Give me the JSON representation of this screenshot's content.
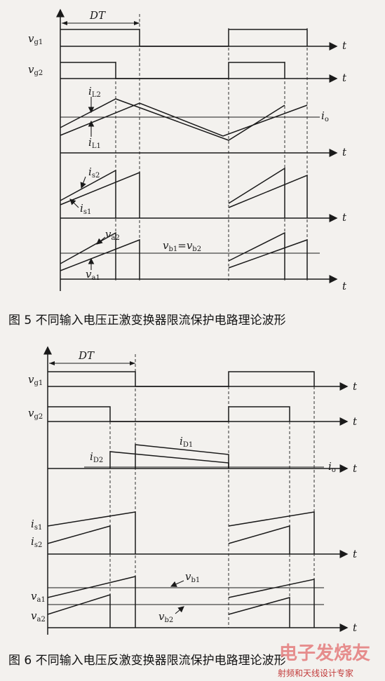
{
  "figure5": {
    "caption": "图 5    不同输入电压正激变换器限流保护电路理论波形",
    "dt_label": "DT",
    "t_label": "t",
    "labels": {
      "vg1": "v",
      "vg1_sub": "g1",
      "vg2": "v",
      "vg2_sub": "g2",
      "iL2": "i",
      "iL2_sub": "L2",
      "iL1": "i",
      "iL1_sub": "L1",
      "io": "i",
      "io_sub": "o",
      "is2": "i",
      "is2_sub": "s2",
      "is1": "i",
      "is1_sub": "s1",
      "va2": "v",
      "va2_sub": "a2",
      "va1": "v",
      "va1_sub": "a1",
      "vb": "v",
      "vb1_sub": "b1",
      "vb_eq": "=v",
      "vb2_sub": "b2"
    }
  },
  "figure6": {
    "caption": "图 6    不同输入电压反激变换器限流保护电路理论波形",
    "dt_label": "DT",
    "t_label": "t",
    "labels": {
      "vg1": "v",
      "vg1_sub": "g1",
      "vg2": "v",
      "vg2_sub": "g2",
      "iD1": "i",
      "iD1_sub": "D1",
      "iD2": "i",
      "iD2_sub": "D2",
      "io": "i",
      "io_sub": "o",
      "is1": "i",
      "is1_sub": "s1",
      "is2": "i",
      "is2_sub": "s2",
      "vb1": "v",
      "vb1_sub": "b1",
      "va1": "v",
      "va1_sub": "a1",
      "vb2": "v",
      "vb2_sub": "b2",
      "va2": "v",
      "va2_sub": "a2"
    }
  },
  "watermark": {
    "logo_text": "电子发烧友",
    "tagline": "射频和天线设计专家"
  }
}
